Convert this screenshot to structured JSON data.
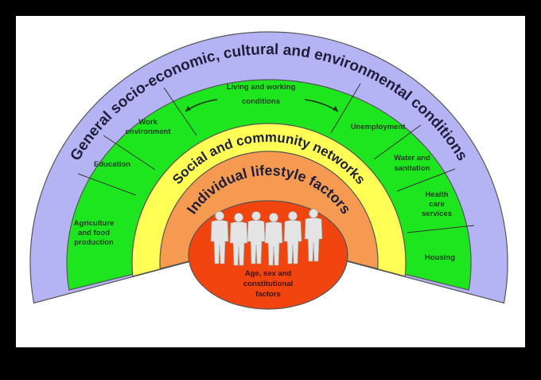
{
  "colors": {
    "outer_ring": "#b4b4f4",
    "living_working_ring": "#1ee61e",
    "social_ring": "#ffff55",
    "lifestyle_ring": "#f59a50",
    "core_circle": "#f2440f",
    "people": "#e4e4e4"
  },
  "outer_band": {
    "label": "General socio-economic, cultural and environmental conditions"
  },
  "living_working": {
    "title_line1": "Living and working",
    "title_line2": "conditions",
    "segments_left": [
      {
        "lines": [
          "Agriculture",
          "and food",
          "production"
        ]
      },
      {
        "lines": [
          "Education"
        ]
      },
      {
        "lines": [
          "Work",
          "environment"
        ]
      }
    ],
    "segments_right": [
      {
        "lines": [
          "Unemployment"
        ]
      },
      {
        "lines": [
          "Water and",
          "sanitation"
        ]
      },
      {
        "lines": [
          "Health",
          "care",
          "services"
        ]
      },
      {
        "lines": [
          "Housing"
        ]
      }
    ]
  },
  "social_band": {
    "label": "Social and community networks"
  },
  "lifestyle_band": {
    "label": "Individual lifestyle factors"
  },
  "core": {
    "lines": [
      "Age, sex and",
      "constitutional",
      "factors"
    ],
    "people_icon": "people-silhouettes-icon"
  }
}
